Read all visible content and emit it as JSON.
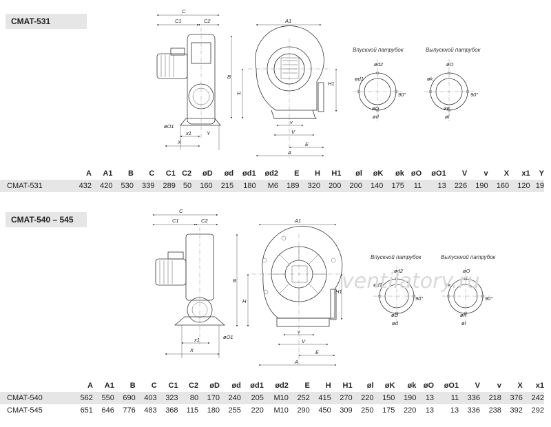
{
  "section1": {
    "model": "CMAT-531",
    "inlet_caption": "Впускной патрубок",
    "outlet_caption": "Выпускной патрубок",
    "columns": [
      "A",
      "A1",
      "B",
      "C",
      "C1",
      "C2",
      "øD",
      "ød",
      "ød1",
      "ød2",
      "E",
      "H",
      "H1",
      "øl",
      "øK",
      "øk",
      "øO",
      "øO1",
      "V",
      "v",
      "X",
      "x1",
      "Y"
    ],
    "rows": [
      [
        "CMAT-531",
        "432",
        "420",
        "530",
        "339",
        "289",
        "50",
        "160",
        "215",
        "180",
        "M6",
        "189",
        "320",
        "200",
        "200",
        "140",
        "175",
        "11",
        "13",
        "226",
        "190",
        "160",
        "120",
        "19"
      ]
    ]
  },
  "section2": {
    "model": "CMAT-540 – 545",
    "inlet_caption": "Впускной патрубок",
    "outlet_caption": "Выпускной патрубок",
    "columns": [
      "A",
      "A1",
      "B",
      "C",
      "C1",
      "C2",
      "øD",
      "ød",
      "ød1",
      "ød2",
      "E",
      "H",
      "H1",
      "øl",
      "øK",
      "øk",
      "øO",
      "øO1",
      "V",
      "v",
      "X",
      "x1"
    ],
    "rows": [
      [
        "CMAT-540",
        "562",
        "550",
        "690",
        "403",
        "323",
        "80",
        "170",
        "240",
        "205",
        "M10",
        "252",
        "415",
        "270",
        "220",
        "150",
        "190",
        "13",
        "11",
        "336",
        "218",
        "376",
        "242"
      ],
      [
        "CMAT-545",
        "651",
        "646",
        "776",
        "483",
        "368",
        "115",
        "180",
        "255",
        "220",
        "M10",
        "290",
        "450",
        "309",
        "250",
        "175",
        "220",
        "13",
        "13",
        "336",
        "238",
        "392",
        "292"
      ]
    ]
  },
  "labels": {
    "C": "C",
    "C1": "C1",
    "C2": "C2",
    "A1": "A1",
    "A": "A",
    "B": "B",
    "H": "H",
    "H1": "H1",
    "E": "E",
    "V": "V",
    "v": "v",
    "X": "X",
    "x1": "x1",
    "Y": "Y",
    "O1": "øO1",
    "d2": "ød2",
    "d1": "ød1",
    "D": "øD",
    "d": "ød",
    "O": "øO",
    "k": "øk",
    "K": "øK",
    "l": "øl",
    "angle": "90°"
  },
  "watermark": "ventilatory.ru"
}
